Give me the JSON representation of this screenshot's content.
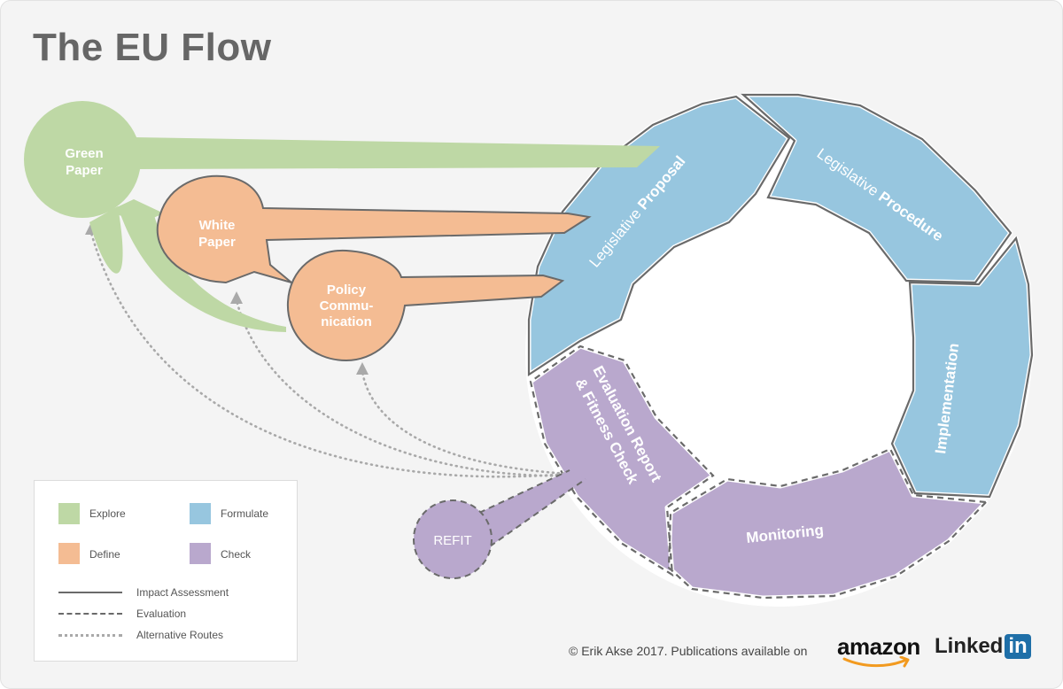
{
  "title": "The EU Flow",
  "bubbles": {
    "green_paper": [
      "Green",
      "Paper"
    ],
    "white_paper": [
      "White",
      "Paper"
    ],
    "policy_communication": [
      "Policy",
      "Commu-",
      "nication"
    ],
    "refit": "REFIT"
  },
  "segments": {
    "proposal": {
      "prefix": "Legislative ",
      "bold": "Proposal"
    },
    "procedure": {
      "prefix": "Legislative ",
      "bold": "Procedure"
    },
    "implementation": "Implementation",
    "monitoring": "Monitoring",
    "evaluation_line1": "Evaluation Report",
    "evaluation_line2": "& Fitness Check"
  },
  "legend": {
    "explore": "Explore",
    "formulate": "Formulate",
    "define": "Define",
    "check": "Check",
    "impact_assessment": "Impact Assessment",
    "evaluation": "Evaluation",
    "alternative_routes": "Alternative Routes"
  },
  "colors": {
    "explore": "#bed8a5",
    "define": "#f4bc93",
    "formulate": "#97c6df",
    "check": "#b9a8cd",
    "outline": "#6a6a6a"
  },
  "footer": {
    "credit": "© Erik Akse 2017. Publications available on",
    "amazon": "amazon",
    "linkedin_text": "Linked",
    "linkedin_in": "in"
  }
}
